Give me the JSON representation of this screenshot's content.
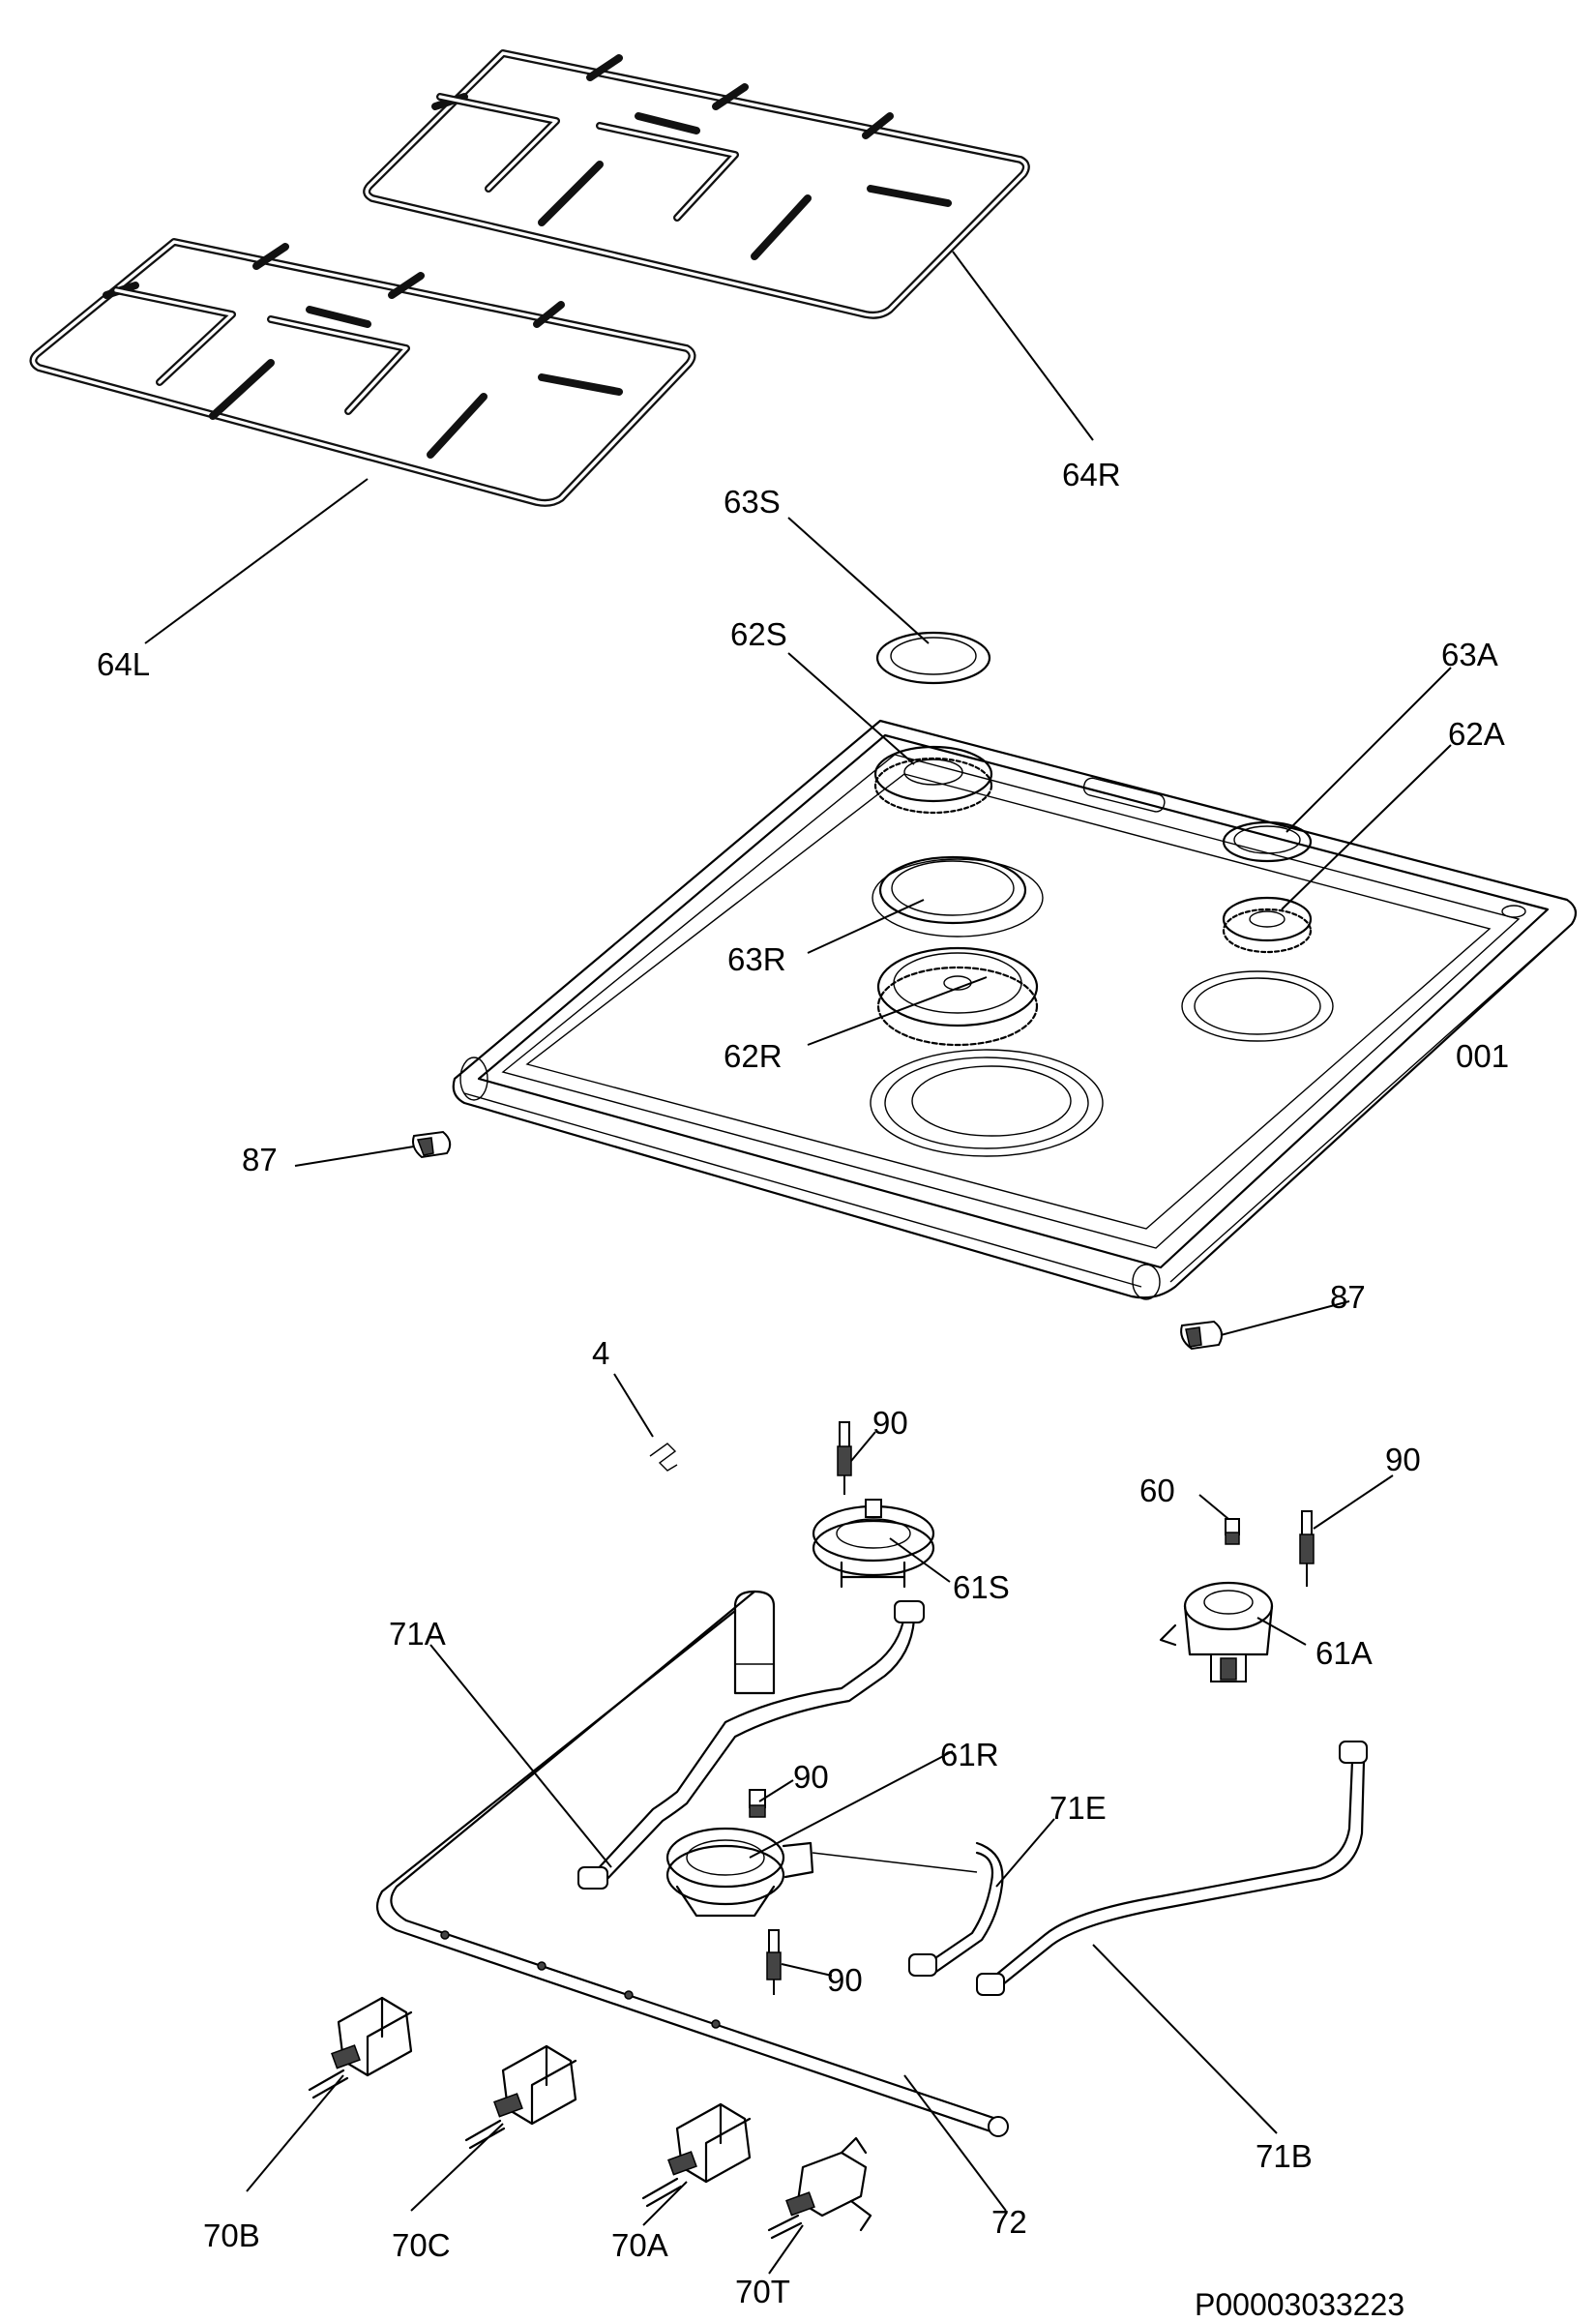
{
  "labels": {
    "p64R": "64R",
    "p64L": "64L",
    "p63S": "63S",
    "p62S": "62S",
    "p63A": "63A",
    "p62A": "62A",
    "p63R": "63R",
    "p62R": "62R",
    "p001": "001",
    "p87_left": "87",
    "p87_right": "87",
    "p4": "4",
    "p90_top": "90",
    "p60": "60",
    "p90_right": "90",
    "p61S": "61S",
    "p61A": "61A",
    "p71A": "71A",
    "p90_mid": "90",
    "p61R": "61R",
    "p71E": "71E",
    "p90_bottom": "90",
    "p71B": "71B",
    "p72": "72",
    "p70B": "70B",
    "p70C": "70C",
    "p70A": "70A",
    "p70T": "70T"
  },
  "drawing_code": "P00003033223"
}
